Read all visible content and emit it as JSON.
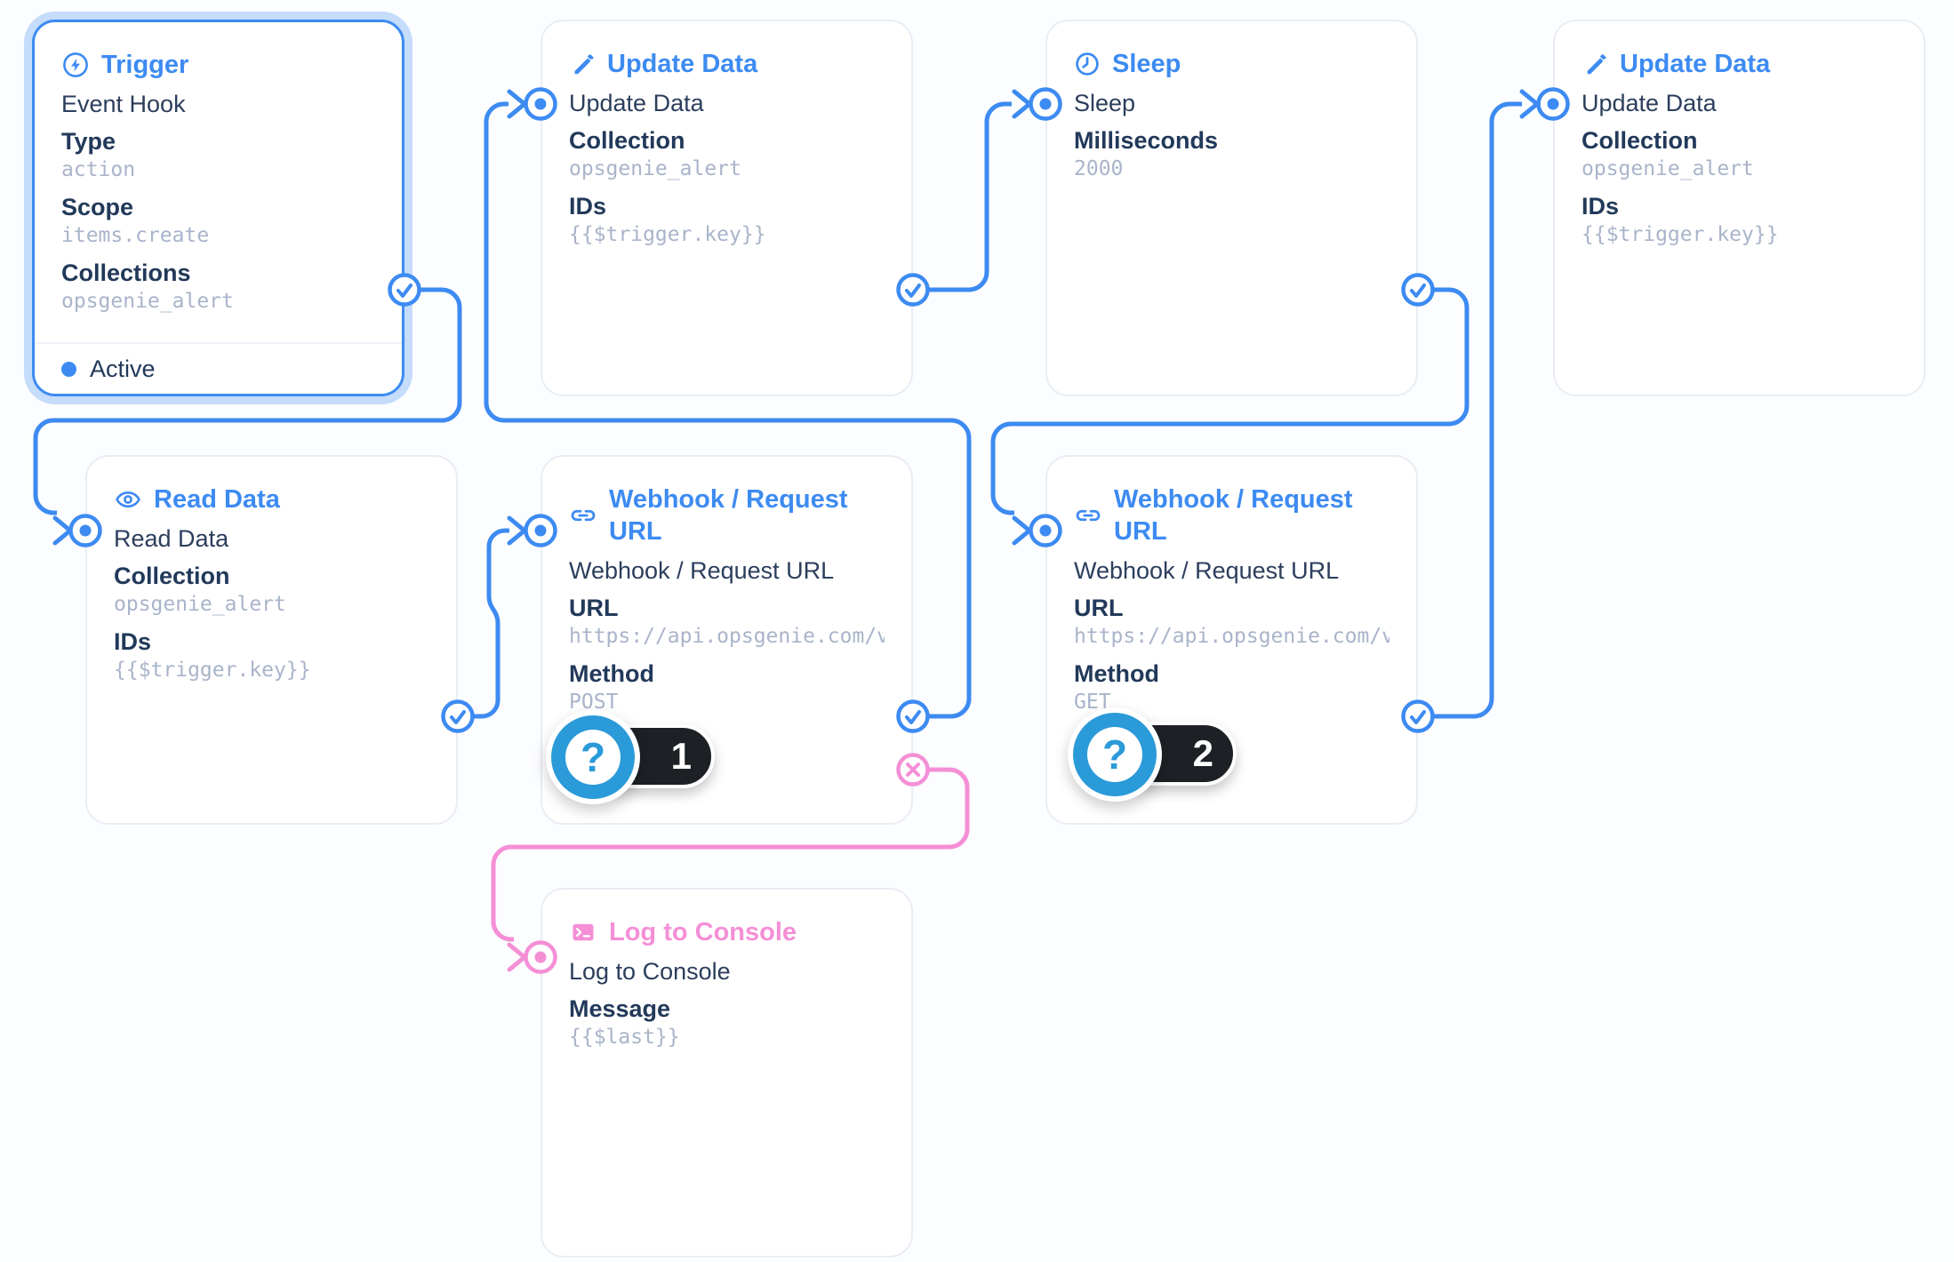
{
  "theme": {
    "accent": "#3d8bf2",
    "pink": "#f48fd6",
    "halo": "#c5dcfb",
    "badge_blue": "#2a9ad8",
    "pill_dark": "#1d2126",
    "muted": "#a9b4ca",
    "text_dark": "#22395a",
    "border": "#e9edf3",
    "bg": "#fcfdfe"
  },
  "flow": {
    "nodes": [
      {
        "id": "trigger",
        "title": "Trigger",
        "icon": "bolt-circle-icon",
        "name": "Event Hook",
        "fields": [
          {
            "label": "Type",
            "value": "action"
          },
          {
            "label": "Scope",
            "value": "items.create"
          },
          {
            "label": "Collections",
            "value": "opsgenie_alert"
          }
        ],
        "status": "Active",
        "selected": true
      },
      {
        "id": "update_data_1",
        "title": "Update Data",
        "icon": "pencil-icon",
        "name": "Update Data",
        "fields": [
          {
            "label": "Collection",
            "value": "opsgenie_alert"
          },
          {
            "label": "IDs",
            "value": "{{$trigger.key}}"
          }
        ]
      },
      {
        "id": "sleep",
        "title": "Sleep",
        "icon": "clock-icon",
        "name": "Sleep",
        "fields": [
          {
            "label": "Milliseconds",
            "value": "2000"
          }
        ]
      },
      {
        "id": "update_data_2",
        "title": "Update Data",
        "icon": "pencil-icon",
        "name": "Update Data",
        "fields": [
          {
            "label": "Collection",
            "value": "opsgenie_alert"
          },
          {
            "label": "IDs",
            "value": "{{$trigger.key}}"
          }
        ]
      },
      {
        "id": "read_data",
        "title": "Read Data",
        "icon": "eye-icon",
        "name": "Read Data",
        "fields": [
          {
            "label": "Collection",
            "value": "opsgenie_alert"
          },
          {
            "label": "IDs",
            "value": "{{$trigger.key}}"
          }
        ]
      },
      {
        "id": "webhook_post",
        "title": "Webhook / Request URL",
        "icon": "link-icon",
        "name": "Webhook / Request URL",
        "fields": [
          {
            "label": "URL",
            "value": "https://api.opsgenie.com/v…"
          },
          {
            "label": "Method",
            "value": "POST"
          }
        ],
        "badge": {
          "glyph": "?",
          "count": "1"
        }
      },
      {
        "id": "webhook_get",
        "title": "Webhook / Request URL",
        "icon": "link-icon",
        "name": "Webhook / Request URL",
        "fields": [
          {
            "label": "URL",
            "value": "https://api.opsgenie.com/v…"
          },
          {
            "label": "Method",
            "value": "GET"
          }
        ],
        "badge": {
          "glyph": "?",
          "count": "2"
        }
      },
      {
        "id": "log_to_console",
        "title": "Log to Console",
        "icon": "terminal-icon",
        "name": "Log to Console",
        "accent": "pink",
        "fields": [
          {
            "label": "Message",
            "value": "{{$last}}"
          }
        ]
      }
    ]
  }
}
